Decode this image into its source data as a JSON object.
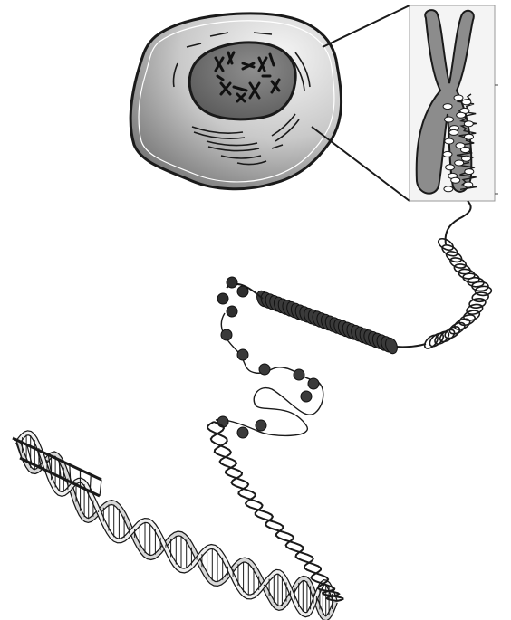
{
  "diagram": {
    "labels": [],
    "components": [
      {
        "id": "cell",
        "icon": "cell-icon"
      },
      {
        "id": "nucleus",
        "icon": "nucleus-icon"
      },
      {
        "id": "chromosome",
        "icon": "chromosome-icon"
      },
      {
        "id": "chromatin-fiber",
        "icon": "coiled-fiber-icon"
      },
      {
        "id": "nucleosomes",
        "icon": "nucleosome-icon"
      },
      {
        "id": "dna-double-helix",
        "icon": "double-helix-icon"
      }
    ],
    "colors": {
      "line": "#1a1a1a",
      "cell_fill_light": "#f2f2f2",
      "cell_fill_dark": "#8a8a8a",
      "nucleus_fill": "#6e6e6e",
      "chromosome_fill": "#8c8c8c",
      "fiber_fill": "#3a3a3a",
      "panel_bg": "#f4f4f4"
    }
  }
}
